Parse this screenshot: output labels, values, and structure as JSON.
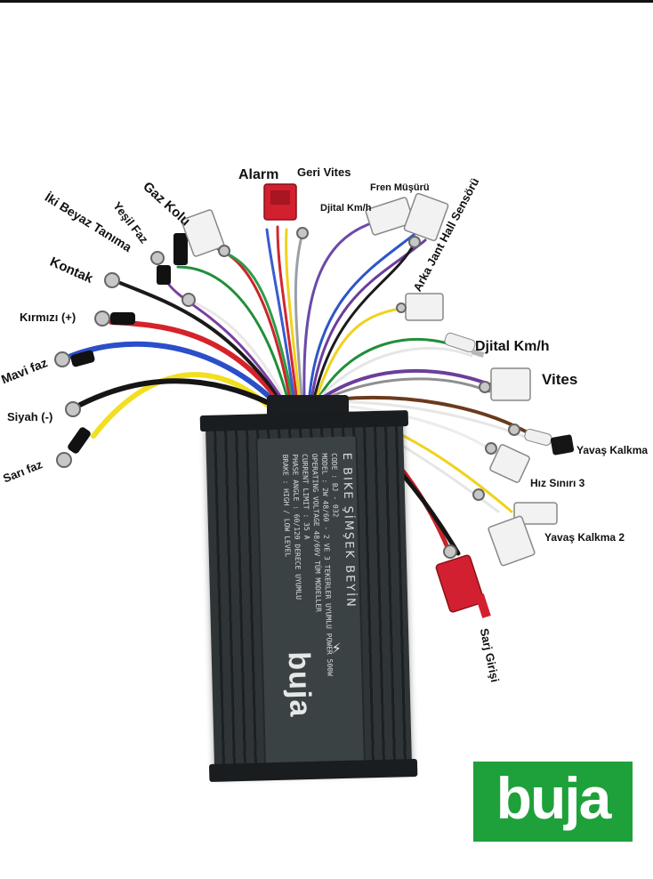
{
  "controller": {
    "title": "E BIKE ŞİMŞEK BEYİN",
    "spec_lines": [
      "CODE : BJ - 032",
      "MODEL : 2W 48/60 - 2 VE 3 TEKERLER UYUMLU POWER 500W",
      "OPERATING VOLTAGE 48/60V TÜM MODELLER",
      "CURRENT LIMIT : 35 A",
      "PHASE ANGLE : 60/120 DERECE UYUMLU",
      "BRAKE : HIGH / LOW LEVEL"
    ],
    "brand": "buja"
  },
  "logo": {
    "text": "buja",
    "color": "#1ea13a"
  },
  "labels": [
    {
      "id": "gaz-kolu",
      "text": "Gaz Kolu"
    },
    {
      "id": "alarm",
      "text": "Alarm"
    },
    {
      "id": "geri-vites",
      "text": "Geri Vites"
    },
    {
      "id": "fren-musuru",
      "text": "Fren Müşürü"
    },
    {
      "id": "djital-kmh-top",
      "text": "Djital Km/h"
    },
    {
      "id": "arka-jant",
      "text": "Arka Jant Hall Sensörü"
    },
    {
      "id": "iki-beyaz",
      "text": "İki Beyaz Tanıma"
    },
    {
      "id": "yesil-faz",
      "text": "Yeşil Faz"
    },
    {
      "id": "kontak",
      "text": "Kontak"
    },
    {
      "id": "kirmizi",
      "text": "Kırmızı (+)"
    },
    {
      "id": "mavi-faz",
      "text": "Mavi faz"
    },
    {
      "id": "siyah",
      "text": "Siyah (-)"
    },
    {
      "id": "sari-faz",
      "text": "Sarı faz"
    },
    {
      "id": "djital-kmh-right",
      "text": "Djital Km/h"
    },
    {
      "id": "vites",
      "text": "Vites"
    },
    {
      "id": "yavas-kalkma",
      "text": "Yavaş Kalkma"
    },
    {
      "id": "hiz-siniri",
      "text": "Hız Sınırı 3"
    },
    {
      "id": "yavas-kalkma-2",
      "text": "Yavaş Kalkma 2"
    },
    {
      "id": "sarj-girisi",
      "text": "Sarj Girişi"
    }
  ]
}
